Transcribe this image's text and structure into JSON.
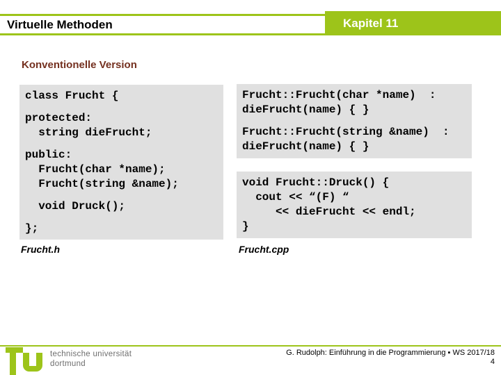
{
  "header": {
    "title": "Virtuelle Methoden",
    "chapter": "Kapitel 11"
  },
  "subheading": "Konventionelle Version",
  "code_boxes": {
    "frucht_h": {
      "label": "Frucht.h",
      "lines": [
        "class Frucht {",
        "",
        "protected:",
        "  string dieFrucht;",
        "",
        "public:",
        "  Frucht(char *name);",
        "  Frucht(string &name);",
        "",
        "  void Druck();",
        "",
        "};"
      ]
    },
    "frucht_cpp_constructors": {
      "lines": [
        "Frucht::Frucht(char *name)  :",
        "dieFrucht(name) { }",
        "",
        "Frucht::Frucht(string &name)  :",
        "dieFrucht(name) { }"
      ]
    },
    "frucht_cpp_druck": {
      "lines": [
        "void Frucht::Druck() {",
        "  cout << “(F) “",
        "     << dieFrucht << endl;",
        "}"
      ]
    },
    "cpp_label": "Frucht.cpp"
  },
  "footer": {
    "university_line1": "technische universität",
    "university_line2": "dortmund",
    "credit": "G. Rudolph: Einführung in die Programmierung ▪ WS 2017/18",
    "page_number": "4"
  },
  "colors": {
    "accent_green": "#9dc41a",
    "heading_maroon": "#74301f",
    "code_background": "#e0e0e0",
    "footer_gray": "#6e6e6e"
  }
}
